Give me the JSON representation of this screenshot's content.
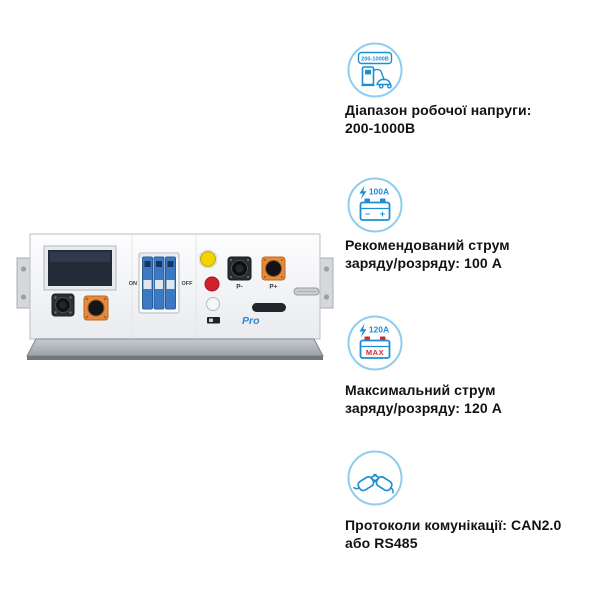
{
  "device": {
    "breaker_on_label": "ON",
    "breaker_off_label": "OFF",
    "terminal_negative_label": "P-",
    "terminal_positive_label": "P+",
    "brand_label": "Pro"
  },
  "specs": [
    {
      "icon": "ev-voltage-range-icon",
      "badge": "200-1000В",
      "line1": "Діапазон робочої напруги:",
      "line2": "200-1000В"
    },
    {
      "icon": "battery-recommended-current-icon",
      "badge": "100A",
      "minus_sign": "−",
      "plus_sign": "+",
      "line1": "Рекомендований струм",
      "line2": "заряду/розряду: 100 А"
    },
    {
      "icon": "battery-max-current-icon",
      "badge": "120A",
      "max_label": "MAX",
      "line1": "Максимальний струм",
      "line2": "заряду/розряду: 120 А"
    },
    {
      "icon": "communication-plugs-icon",
      "line1": "Протоколи комунікації: CAN2.0",
      "line2": "або RS485"
    }
  ],
  "colors": {
    "accent_blue": "#1d8fd1",
    "ring_light_blue": "#8ecdee",
    "alert_red": "#d8262c",
    "connector_orange": "#e78a3d",
    "breaker_blue": "#3c79c4",
    "text_color": "#121212"
  }
}
